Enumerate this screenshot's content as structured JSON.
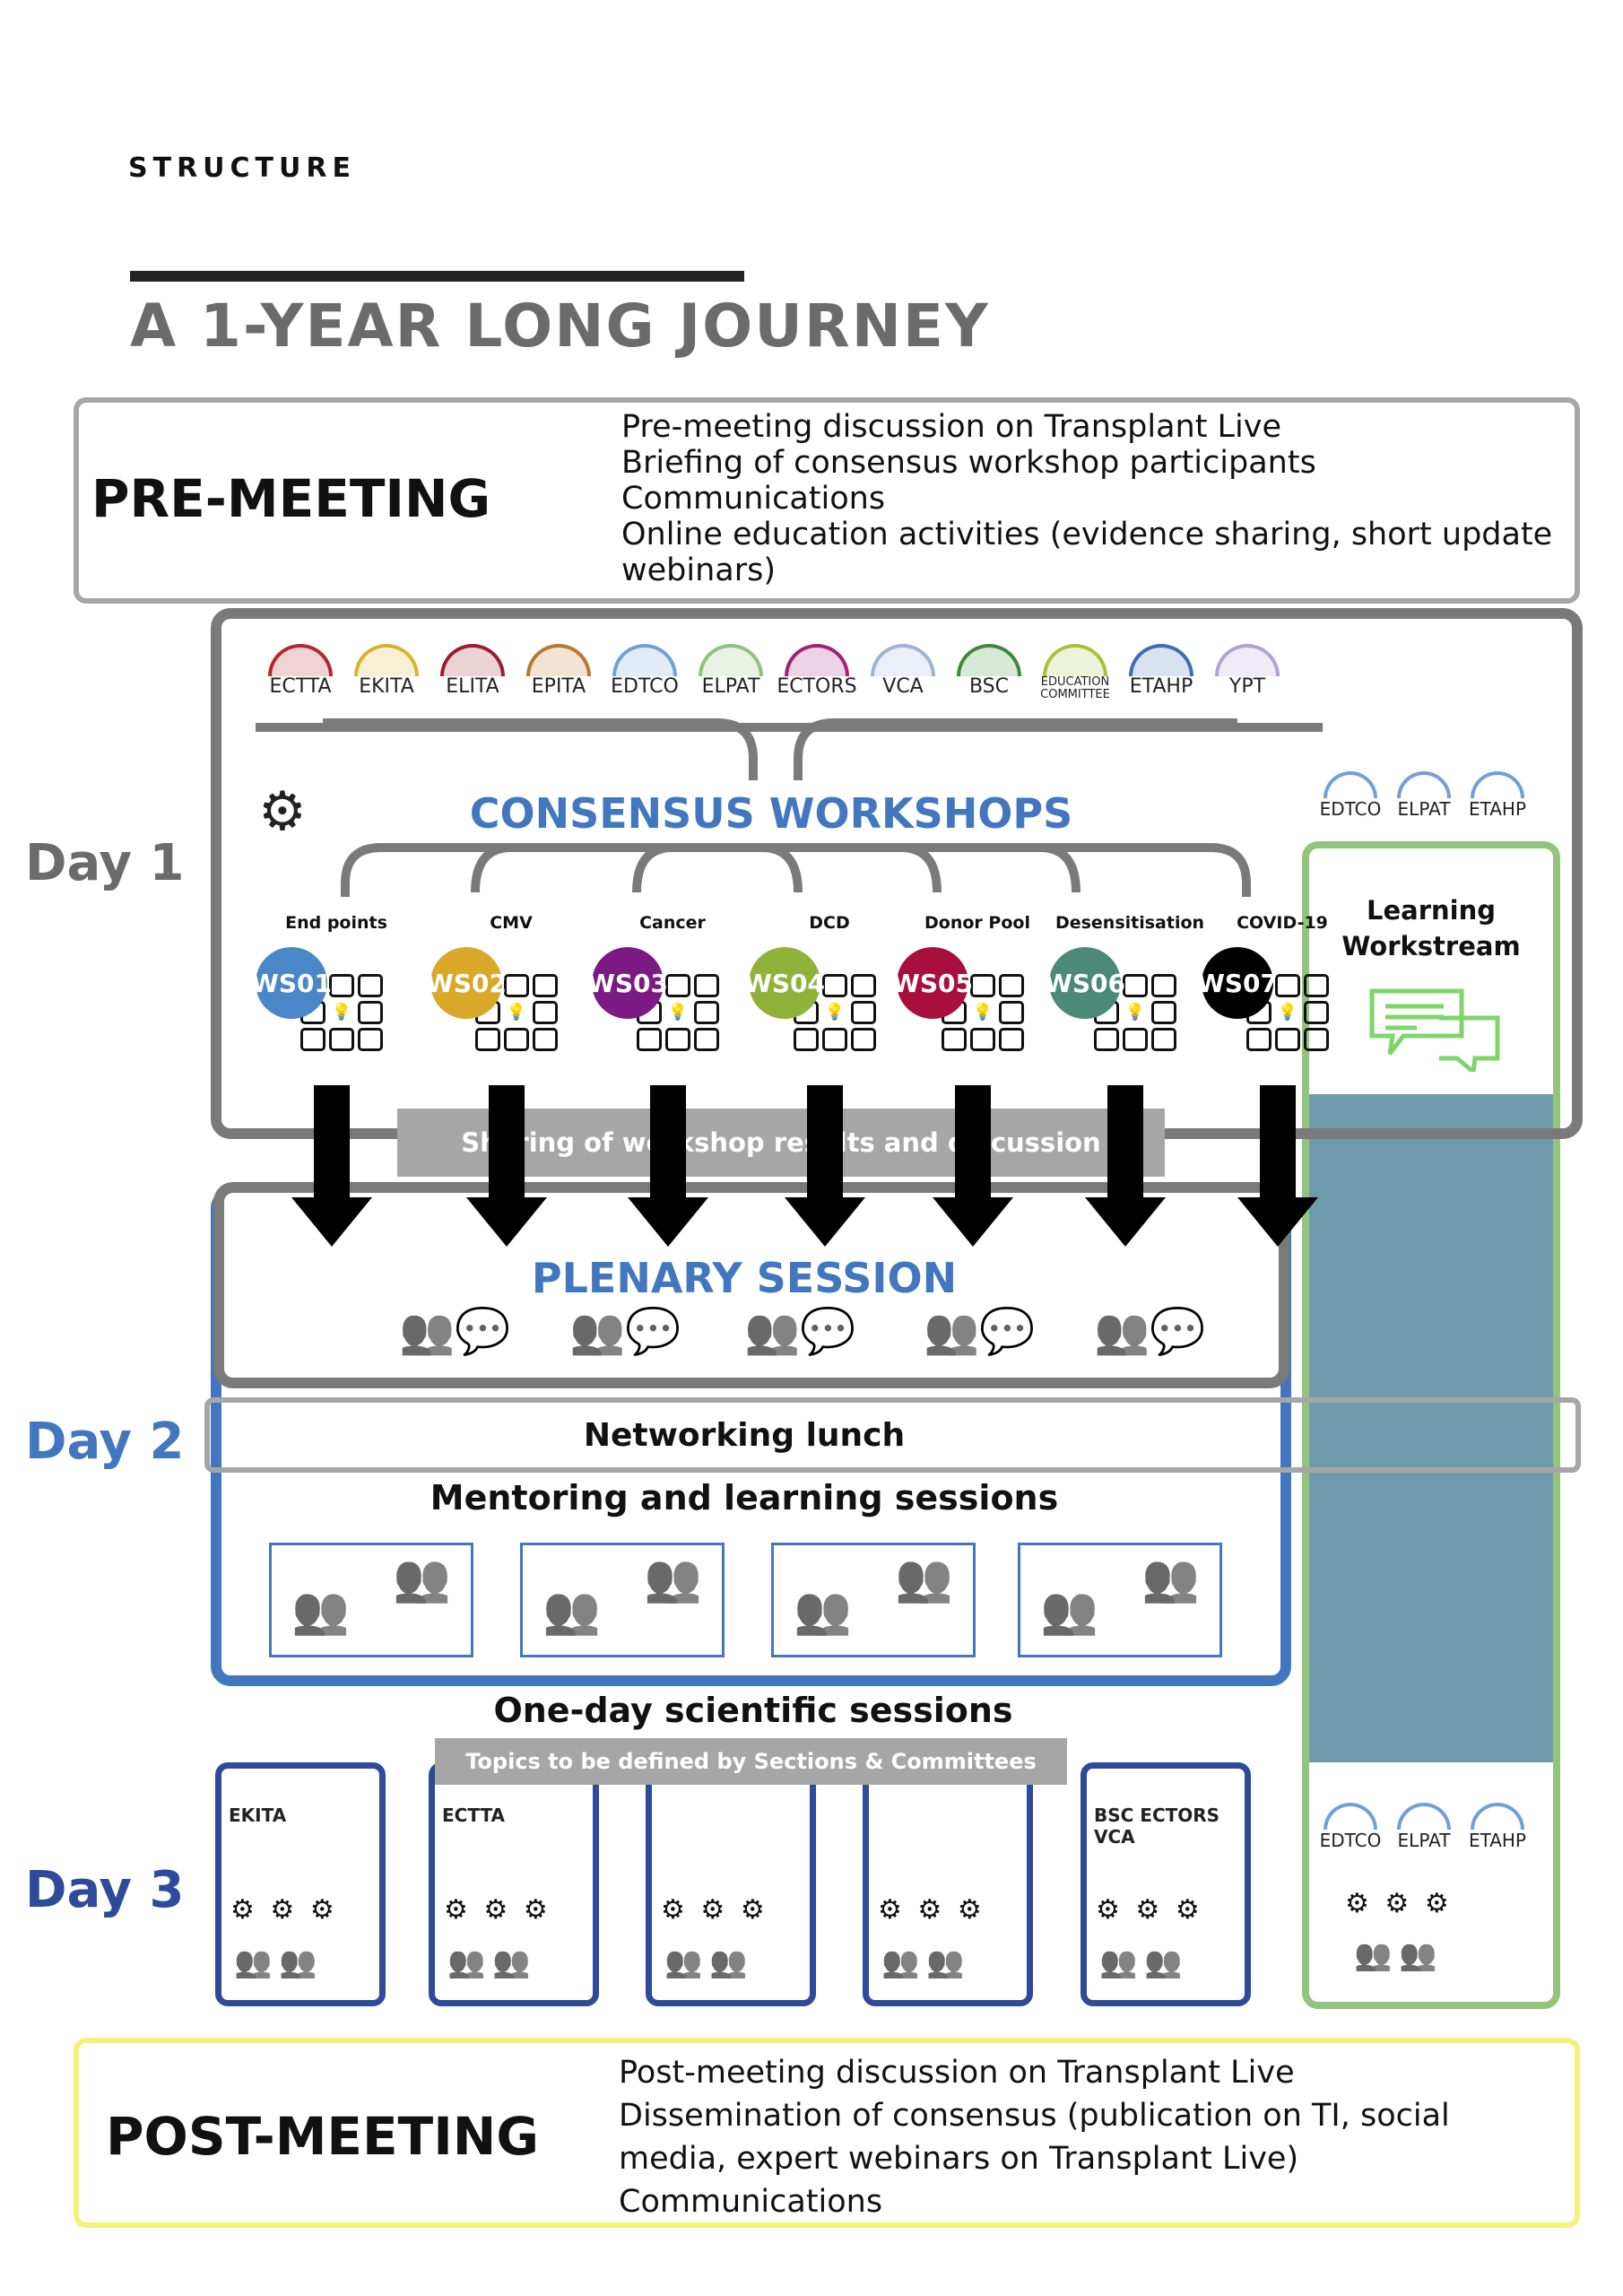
{
  "header": {
    "eyebrow": "STRUCTURE",
    "title": "A 1-YEAR LONG JOURNEY"
  },
  "pre_meeting": {
    "label": "PRE-MEETING",
    "items": [
      "Pre-meeting discussion on Transplant Live",
      "Briefing of consensus workshop participants",
      "Communications",
      "Online education activities (evidence sharing, short update webinars)"
    ]
  },
  "days": {
    "day1": "Day 1",
    "day2": "Day 2",
    "day3": "Day 3"
  },
  "colors": {
    "day1": "#6b6b6b",
    "day2": "#4277c0",
    "day3": "#2e4a9a",
    "learning": "#93c47d",
    "post": "#f3f37a",
    "pre": "#a6a6a6"
  },
  "day1_logos": [
    {
      "name": "ECTTA",
      "color": "#b3282d"
    },
    {
      "name": "EKITA",
      "color": "#d9b22b"
    },
    {
      "name": "ELITA",
      "color": "#9b1c2e"
    },
    {
      "name": "EPITA",
      "color": "#b8792a"
    },
    {
      "name": "EDTCO",
      "color": "#6fa0d8"
    },
    {
      "name": "ELPAT",
      "color": "#8fc27f"
    },
    {
      "name": "ECTORS",
      "color": "#a0207a"
    },
    {
      "name": "VCA",
      "color": "#9db4d6"
    },
    {
      "name": "BSC",
      "color": "#3d8a3a"
    },
    {
      "name": "EDUCATION COMMITTEE",
      "color": "#a7c23a"
    },
    {
      "name": "ETAHP",
      "color": "#3a6fb8"
    },
    {
      "name": "YPT",
      "color": "#b5a0d6"
    }
  ],
  "consensus": {
    "title": "CONSENSUS WORKSHOPS"
  },
  "workshops": [
    {
      "code": "WS01",
      "topic": "End points",
      "color": "#4a86c8"
    },
    {
      "code": "WS02",
      "topic": "CMV",
      "color": "#d9a82a"
    },
    {
      "code": "WS03",
      "topic": "Cancer",
      "color": "#7b1a82"
    },
    {
      "code": "WS04",
      "topic": "DCD",
      "color": "#8fb33a"
    },
    {
      "code": "WS05",
      "topic": "Donor Pool",
      "color": "#a80f3f"
    },
    {
      "code": "WS06",
      "topic": "Desensitisation",
      "color": "#4a8a76"
    },
    {
      "code": "WS07",
      "topic": "COVID-19",
      "color": "#000000"
    }
  ],
  "learning": {
    "title": "Learning Workstream",
    "logos": [
      "EDTCO",
      "ELPAT",
      "ETAHP"
    ]
  },
  "sharing": "Sharing of workshop results and discussion",
  "plenary": {
    "title": "PLENARY SESSION"
  },
  "networking": "Networking lunch",
  "mentoring": "Mentoring and learning sessions",
  "scientific": {
    "title": "One-day scientific sessions",
    "subtitle": "Topics to be defined by Sections & Committees"
  },
  "day3_sessions": [
    {
      "logos": "EKITA"
    },
    {
      "logos": "ECTTA"
    },
    {
      "logos": ""
    },
    {
      "logos": ""
    },
    {
      "logos": "BSC ECTORS VCA"
    }
  ],
  "post_meeting": {
    "label": "POST-MEETING",
    "items": [
      "Post-meeting discussion on Transplant Live",
      "Dissemination of consensus (publication on TI, social media, expert webinars on Transplant Live)",
      "Communications"
    ]
  }
}
